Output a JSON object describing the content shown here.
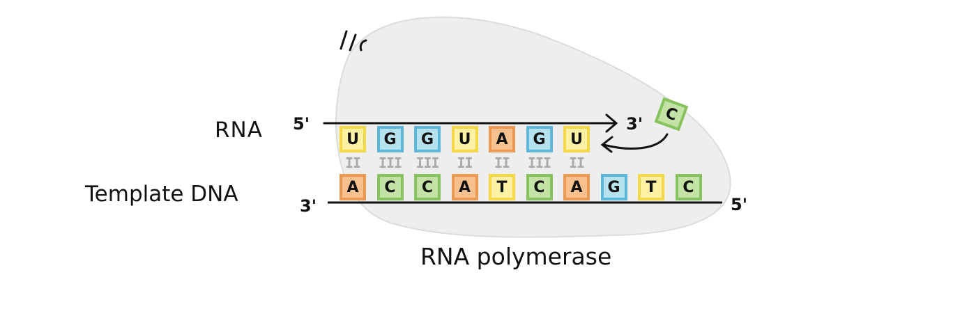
{
  "labels": {
    "rna": "RNA",
    "template_dna": "Template DNA",
    "polymerase": "RNA polymerase"
  },
  "ends": {
    "rna_5": "5'",
    "rna_3": "3'",
    "dna_3": "3'",
    "dna_5": "5'"
  },
  "rna_bases": [
    "U",
    "G",
    "G",
    "U",
    "A",
    "G",
    "U"
  ],
  "dna_bases": [
    "A",
    "C",
    "C",
    "A",
    "T",
    "C",
    "A",
    "G",
    "T",
    "C"
  ],
  "bonds": [
    "II",
    "III",
    "III",
    "II",
    "II",
    "III",
    "II"
  ],
  "incoming_base": "C",
  "colors": {
    "U": "#fff1a3",
    "G": "#b6e1ef",
    "A": "#f6c08f",
    "C": "#c3e2a6",
    "T": "#fff1a3",
    "polymerase": "#eeeeee",
    "bond": "#a9a9a9"
  }
}
